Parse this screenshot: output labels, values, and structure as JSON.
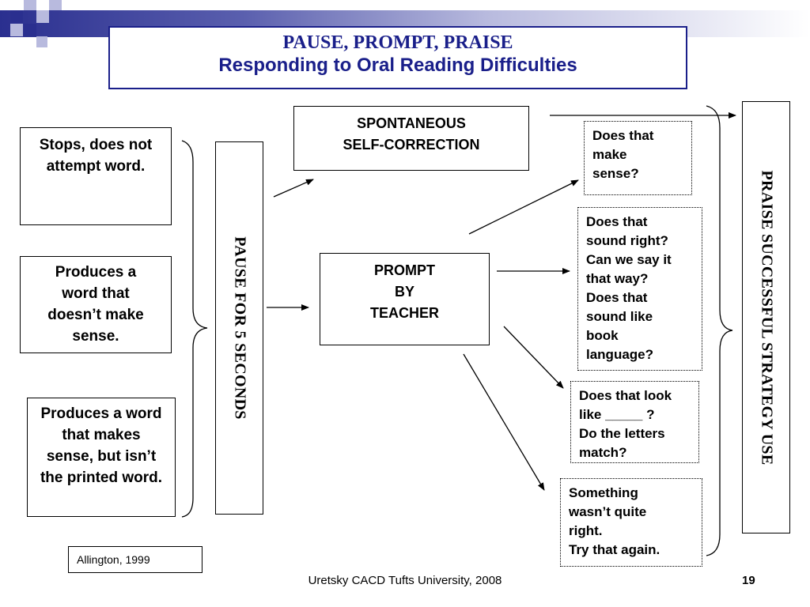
{
  "title": {
    "line1": "PAUSE, PROMPT, PRAISE",
    "line2": "Responding to Oral Reading Difficulties"
  },
  "errors": [
    "Stops, does not attempt word.",
    "Produces a word that doesn’t make sense.",
    "Produces a word that makes sense, but isn’t the printed word."
  ],
  "pause": "PAUSE FOR 5 SECONDS",
  "self_correction": [
    "SPONTANEOUS",
    "SELF-CORRECTION"
  ],
  "prompt": [
    "PROMPT",
    "BY",
    "TEACHER"
  ],
  "prompts": [
    [
      "Does that",
      "make",
      "sense?"
    ],
    [
      "Does that",
      "sound right?",
      "Can we say it",
      "that way?",
      "Does that",
      "sound like",
      "book",
      "language?"
    ],
    [
      "Does that look",
      "like _____ ?",
      "Do the letters",
      "match?"
    ],
    [
      "Something",
      "wasn’t quite",
      "right.",
      "Try that again."
    ]
  ],
  "praise": "PRAISE SUCCESSFUL STRATEGY USE",
  "citation": "Allington, 1999",
  "footer": "Uretsky CACD Tufts University, 2008",
  "page_number": "19",
  "colors": {
    "title_blue": "#1a1f8a",
    "bar_dark": "#2a2f8f",
    "square_light": "#b8bade"
  }
}
